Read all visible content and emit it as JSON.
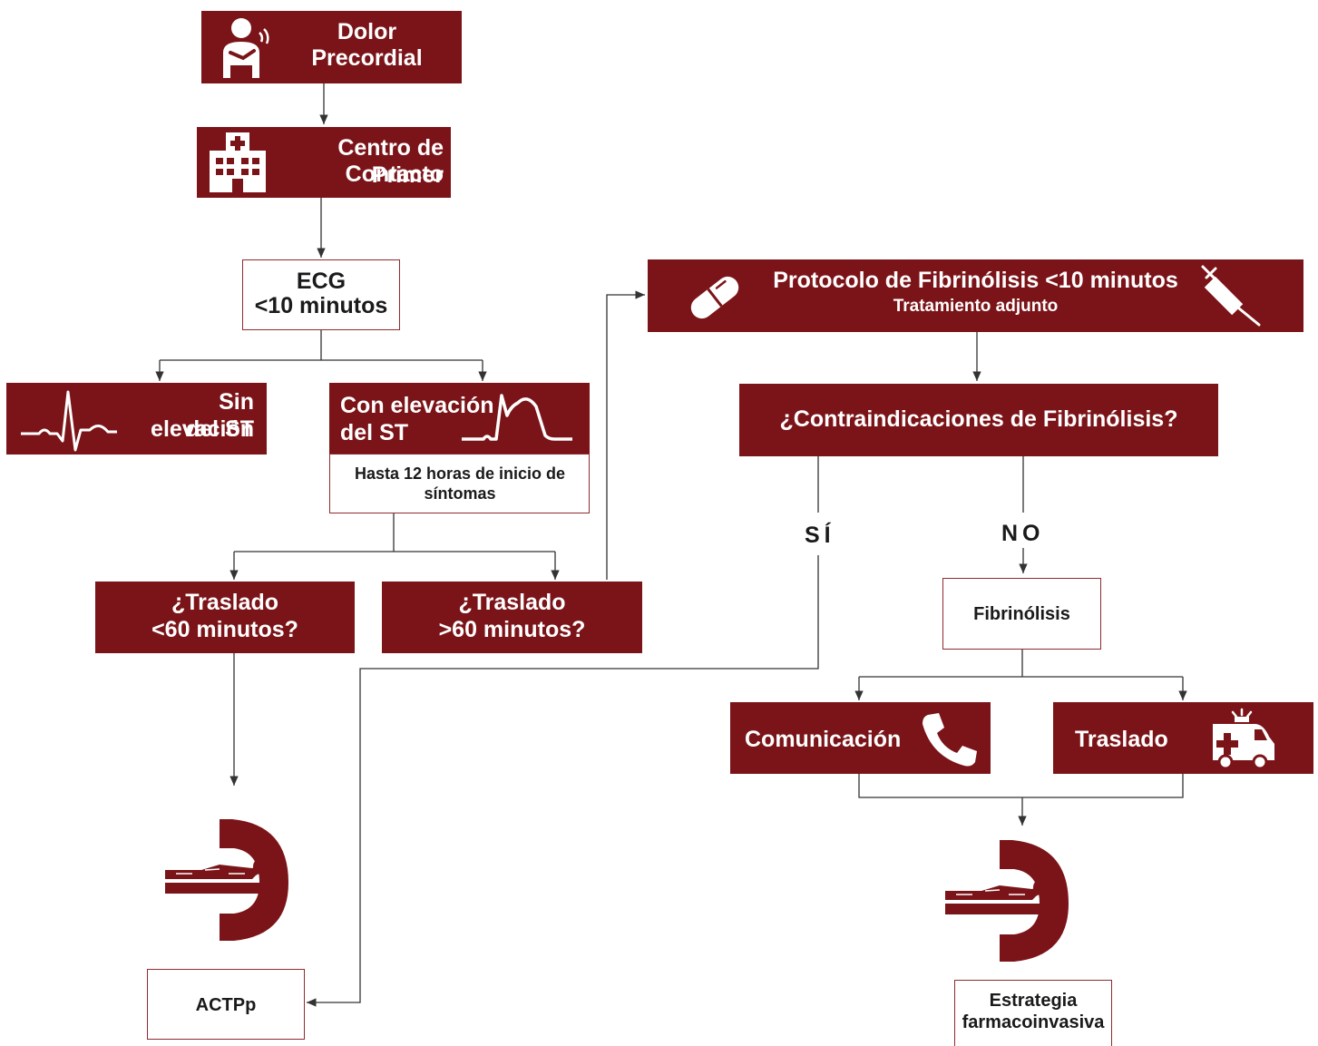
{
  "flow": {
    "start": {
      "line1": "Dolor",
      "line2": "Precordial"
    },
    "first_contact": {
      "line1": "Centro de Primer",
      "line2": "Contacto"
    },
    "ecg": {
      "line1": "ECG",
      "line2": "<10 minutos"
    },
    "no_st": {
      "line1": "Sin elevación",
      "line2": "del ST"
    },
    "st": {
      "line1": "Con elevación",
      "line2": "del ST",
      "note": "Hasta 12 horas de inicio de síntomas"
    },
    "transfer_short": {
      "line1": "¿Traslado",
      "line2": "<60 minutos?"
    },
    "transfer_long": {
      "line1": "¿Traslado",
      "line2": ">60 minutos?"
    },
    "fibrinolysis_protocol": {
      "line1": "Protocolo de Fibrinólisis <10 minutos",
      "line2": "Tratamiento adjunto"
    },
    "contraindications": {
      "label": "¿Contraindicaciones de Fibrinólisis?"
    },
    "yes_label": "SÍ",
    "no_label": "NO",
    "fibrinolysis": {
      "label": "Fibrinólisis"
    },
    "communication": {
      "label": "Comunicación"
    },
    "transfer": {
      "label": "Traslado"
    },
    "actpp": {
      "label": "ACTPp"
    },
    "strategy": {
      "line1": "Estrategia",
      "line2": "farmacoinvasiva"
    }
  },
  "icons": [
    "patient-chest-pain-icon",
    "hospital-icon",
    "ecg-wave-icon",
    "st-elevation-wave-icon",
    "capsule-icon",
    "syringe-icon",
    "phone-icon",
    "ambulance-icon",
    "cath-lab-icon"
  ],
  "colors": {
    "accent": "#7b1418",
    "border": "#8f2a2e",
    "line": "#333333"
  }
}
